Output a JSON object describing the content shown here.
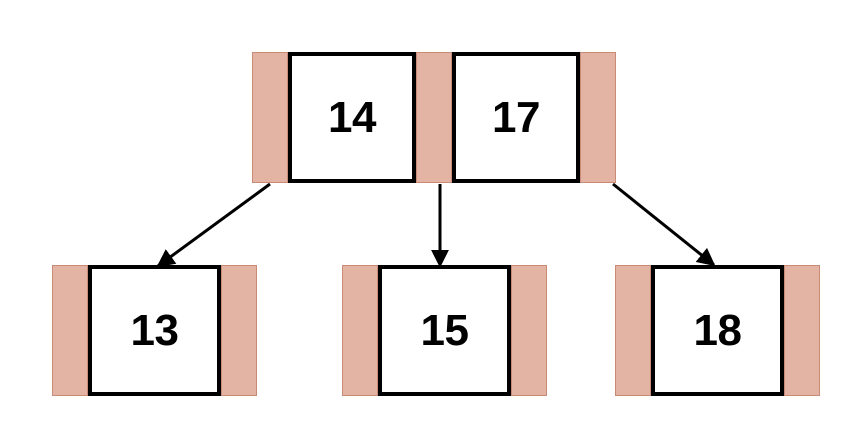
{
  "diagram": {
    "type": "b-tree",
    "title": "",
    "background_color": "#ffffff",
    "pointer_color": "#e3b3a3",
    "pointer_border_color": "#c98a76",
    "cell_border_color": "#000000",
    "cell_fill_color": "#ffffff",
    "text_color": "#000000",
    "edge_color": "#000000"
  },
  "root": {
    "name": "root-node",
    "keys": [
      "14",
      "17"
    ],
    "pointer_count": 3
  },
  "leaves": [
    {
      "name": "leaf-node-13",
      "key": "13",
      "pointer_count": 2
    },
    {
      "name": "leaf-node-15",
      "key": "15",
      "pointer_count": 2
    },
    {
      "name": "leaf-node-18",
      "key": "18",
      "pointer_count": 2
    }
  ],
  "edges": [
    {
      "name": "edge-root-to-13",
      "from": "root-pointer-0",
      "to": "leaf-node-13",
      "direction": "down-left"
    },
    {
      "name": "edge-root-to-15",
      "from": "root-pointer-1",
      "to": "leaf-node-15",
      "direction": "down"
    },
    {
      "name": "edge-root-to-18",
      "from": "root-pointer-2",
      "to": "leaf-node-18",
      "direction": "down-right"
    }
  ]
}
